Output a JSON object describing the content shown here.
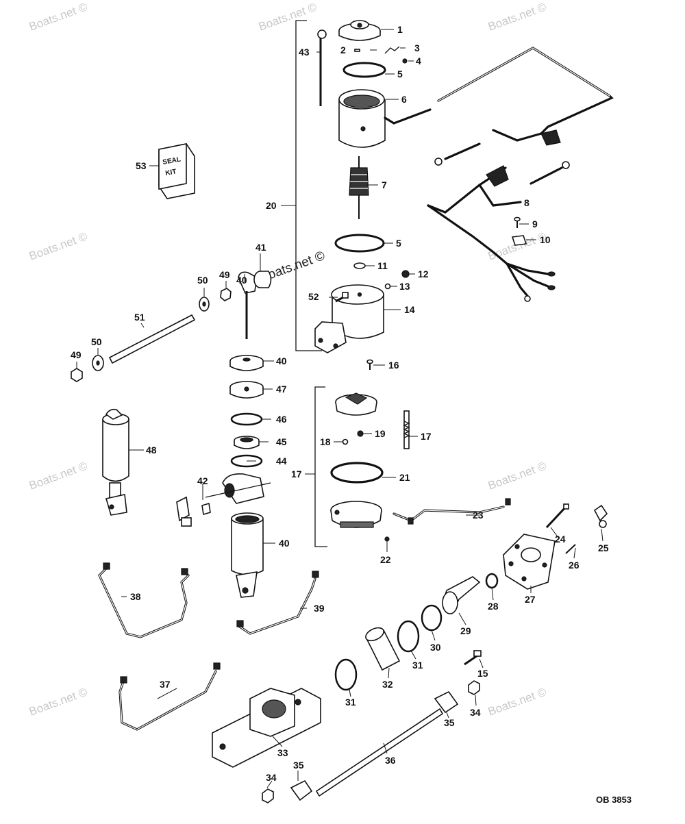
{
  "watermark": "Boats.net ©",
  "drawing_ref": "OB 3853",
  "seal_kit_text": [
    "SEAL",
    "KIT"
  ],
  "part_labels": [
    "1",
    "2",
    "3",
    "4",
    "5",
    "6",
    "7",
    "8",
    "9",
    "10",
    "11",
    "12",
    "13",
    "14",
    "15",
    "16",
    "17",
    "18",
    "19",
    "20",
    "21",
    "22",
    "23",
    "24",
    "25",
    "26",
    "27",
    "28",
    "29",
    "30",
    "31",
    "32",
    "33",
    "34",
    "35",
    "36",
    "37",
    "38",
    "39",
    "40",
    "41",
    "42",
    "43",
    "44",
    "45",
    "46",
    "47",
    "48",
    "49",
    "50",
    "51",
    "52",
    "53"
  ]
}
